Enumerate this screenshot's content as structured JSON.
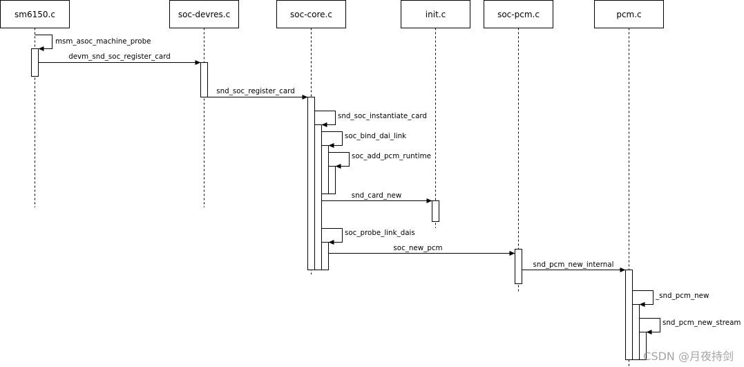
{
  "participants": [
    {
      "label": "sm6150.c"
    },
    {
      "label": "soc-devres.c"
    },
    {
      "label": "soc-core.c"
    },
    {
      "label": "init.c"
    },
    {
      "label": "soc-pcm.c"
    },
    {
      "label": "pcm.c"
    }
  ],
  "messages": [
    {
      "label": "msm_asoc_machine_probe",
      "from": 0,
      "to": 0
    },
    {
      "label": "devm_snd_soc_register_card",
      "from": 0,
      "to": 1
    },
    {
      "label": "snd_soc_register_card",
      "from": 1,
      "to": 2
    },
    {
      "label": "snd_soc_instantiate_card",
      "from": 2,
      "to": 2
    },
    {
      "label": "soc_bind_dai_link",
      "from": 2,
      "to": 2
    },
    {
      "label": "soc_add_pcm_runtime",
      "from": 2,
      "to": 2
    },
    {
      "label": "snd_card_new",
      "from": 2,
      "to": 3
    },
    {
      "label": "soc_probe_link_dais",
      "from": 2,
      "to": 2
    },
    {
      "label": "soc_new_pcm",
      "from": 2,
      "to": 4
    },
    {
      "label": "snd_pcm_new_internal",
      "from": 4,
      "to": 5
    },
    {
      "label": "_snd_pcm_new",
      "from": 5,
      "to": 5
    },
    {
      "label": "snd_pcm_new_stream",
      "from": 5,
      "to": 5
    }
  ],
  "watermark": "CSDN @月夜持剑"
}
